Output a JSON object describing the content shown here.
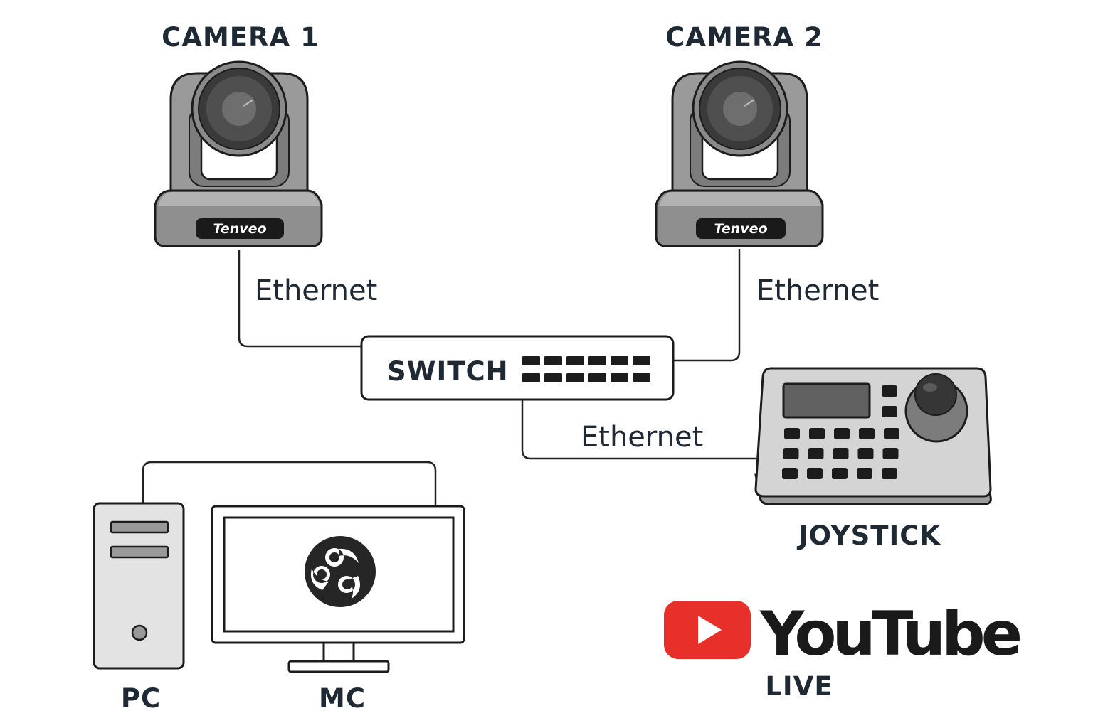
{
  "devices": {
    "camera1": {
      "label": "CAMERA 1",
      "brand": "Tenveo"
    },
    "camera2": {
      "label": "CAMERA 2",
      "brand": "Tenveo"
    },
    "switch": {
      "label": "SWITCH"
    },
    "joystick": {
      "label": "JOYSTICK"
    },
    "pc": {
      "label": "PC"
    },
    "monitor": {
      "label": "MC",
      "screen_icon": "obs-logo-icon"
    }
  },
  "connections": [
    {
      "from": "camera1",
      "to": "switch",
      "label": "Ethernet"
    },
    {
      "from": "camera2",
      "to": "switch",
      "label": "Ethernet"
    },
    {
      "from": "switch",
      "to": "joystick",
      "label": "Ethernet"
    },
    {
      "from": "pc",
      "to": "monitor",
      "label": ""
    }
  ],
  "youtube": {
    "wordmark": "YouTube",
    "sub": "LIVE",
    "icon": "youtube-play-icon"
  },
  "colors": {
    "camera_body": "#9a9a9a",
    "camera_dark": "#5e5e5e",
    "youtube_red": "#e8302a",
    "panel_light": "#d4d4d4",
    "line": "#222222"
  }
}
